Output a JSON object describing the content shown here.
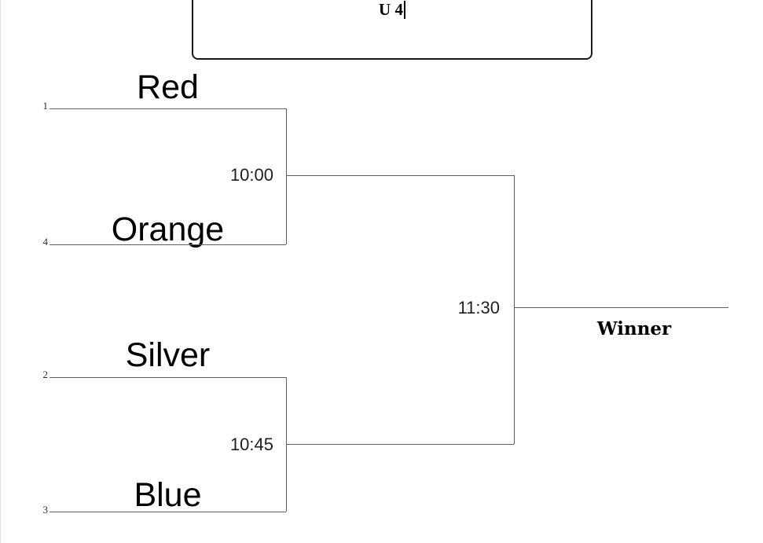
{
  "title": {
    "value": "U 4"
  },
  "bracket": {
    "slots": [
      {
        "seed": "1",
        "name": "Red"
      },
      {
        "seed": "4",
        "name": "Orange"
      },
      {
        "seed": "2",
        "name": "Silver"
      },
      {
        "seed": "3",
        "name": "Blue"
      }
    ],
    "round1_matches": [
      {
        "time": "10:00"
      },
      {
        "time": "10:45"
      }
    ],
    "final": {
      "time": "11:30",
      "winner_label": "Winner"
    }
  },
  "colors": {
    "bracket_line": "#5f5f5f",
    "box_border": "#1a1a1a",
    "text": "#000000",
    "time_text": "#1f1f1f",
    "seed_text": "#2a2a2a"
  }
}
